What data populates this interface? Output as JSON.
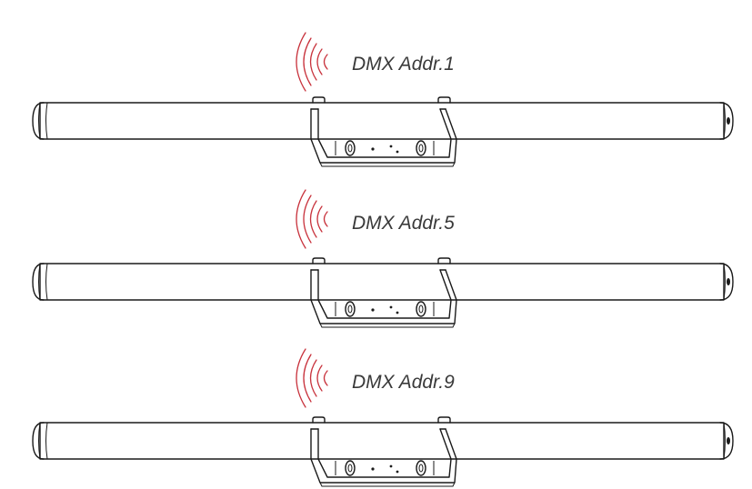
{
  "units": [
    {
      "label": "DMX Addr.1"
    },
    {
      "label": "DMX Addr.5"
    },
    {
      "label": "DMX Addr.9"
    }
  ],
  "colors": {
    "signal": "#c8323c",
    "outline": "#1a1a1a",
    "label": "#3a3a3a",
    "background": "#ffffff"
  },
  "icons": {
    "signal": "wireless-signal-icon"
  }
}
